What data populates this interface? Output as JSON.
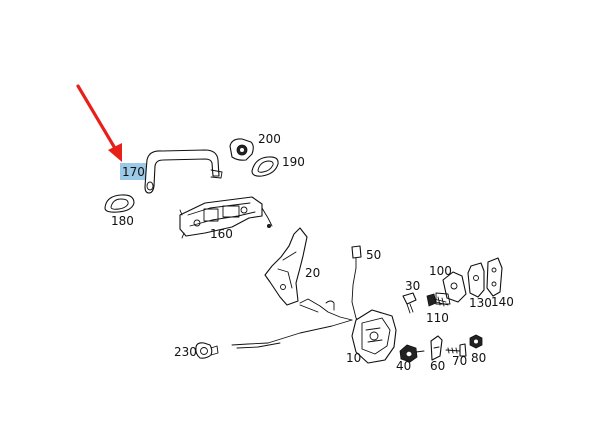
{
  "highlight_color": "#9cc9e8",
  "arrow_color": "#e8201a",
  "labels": {
    "p170": "170",
    "p200": "200",
    "p190": "190",
    "p180": "180",
    "p160": "160",
    "p20": "20",
    "p50": "50",
    "p100": "100",
    "p30": "30",
    "p130": "130",
    "p140": "140",
    "p110": "110",
    "p230": "230",
    "p10": "10",
    "p40": "40",
    "p60": "60",
    "p70": "70",
    "p80": "80"
  }
}
